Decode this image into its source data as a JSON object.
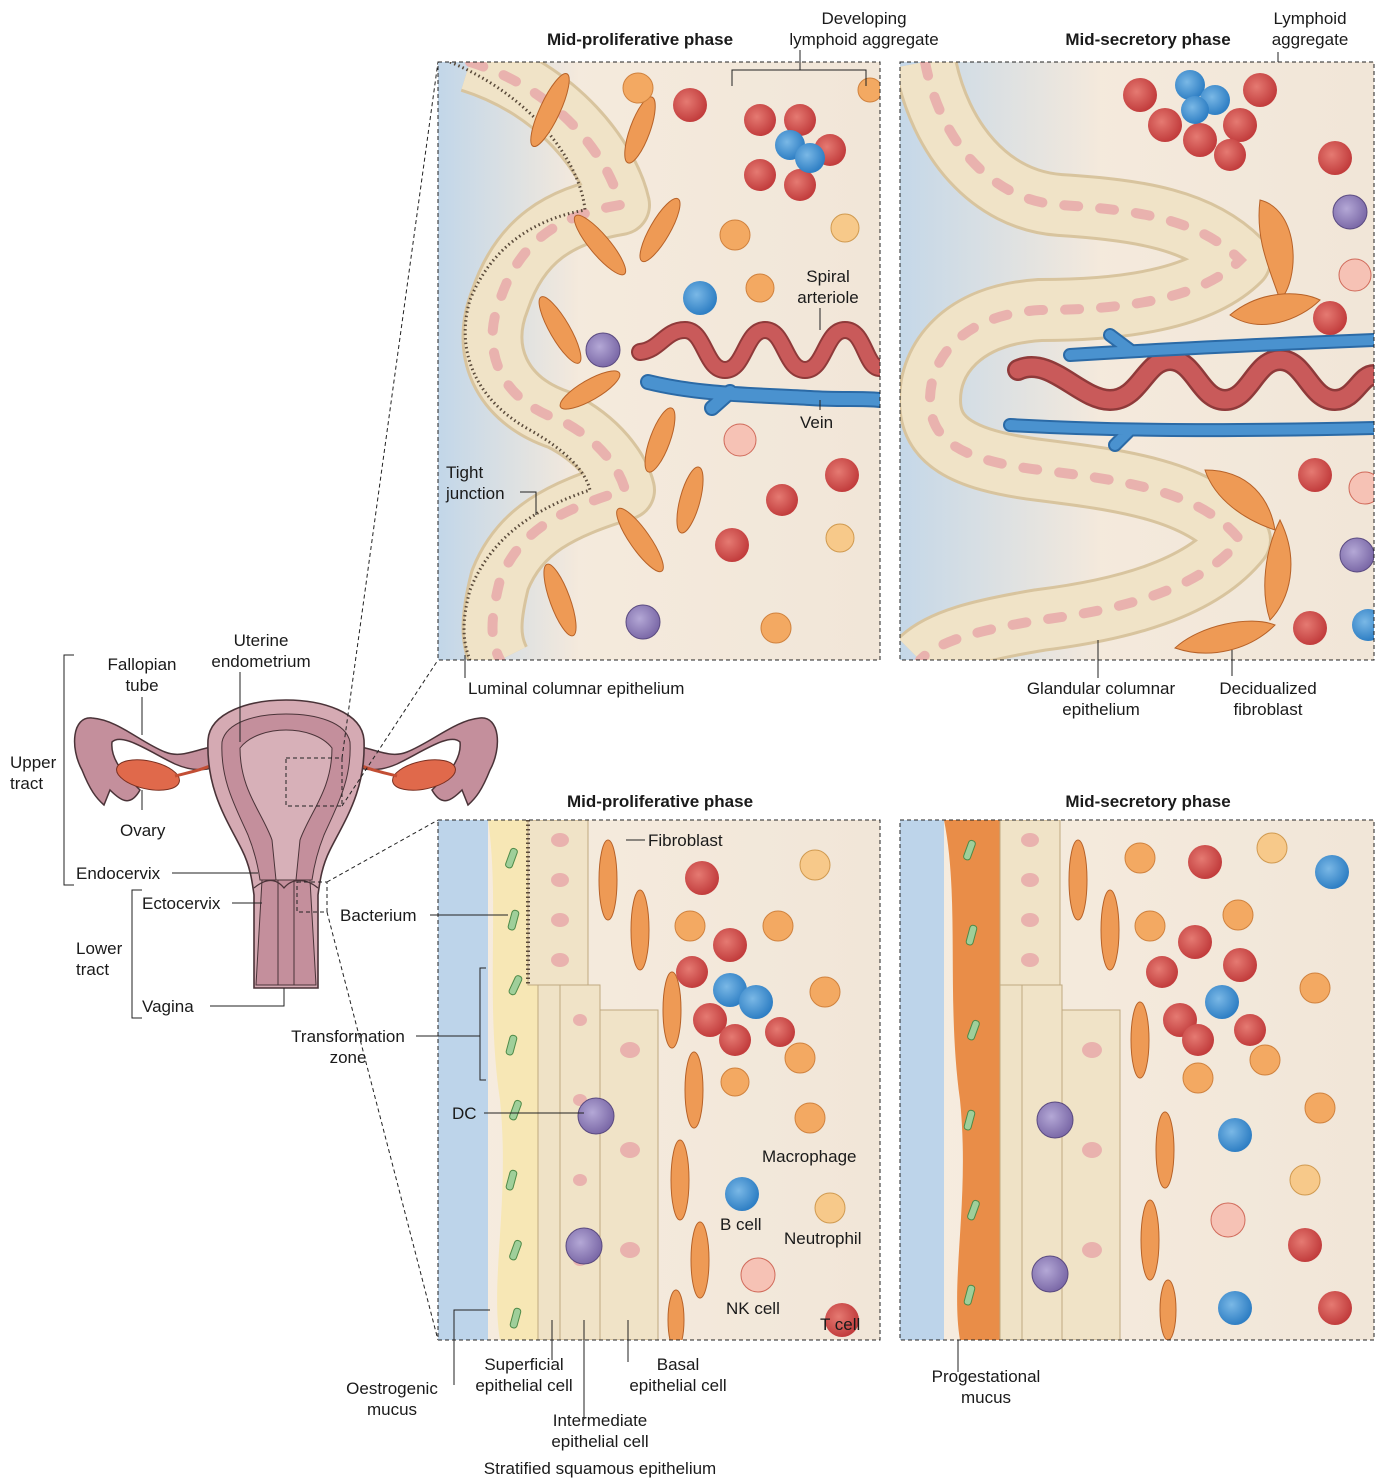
{
  "panels": {
    "uterine_proliferative_title": "Mid-proliferative phase",
    "uterine_secretory_title": "Mid-secretory phase",
    "vaginal_proliferative_title": "Mid-proliferative phase",
    "vaginal_secretory_title": "Mid-secretory phase"
  },
  "anatomy": {
    "upper_tract": "Upper\ntract",
    "lower_tract": "Lower\ntract",
    "fallopian_tube": "Fallopian\ntube",
    "uterine_endometrium": "Uterine\nendometrium",
    "ovary": "Ovary",
    "endocervix": "Endocervix",
    "ectocervix": "Ectocervix",
    "vagina": "Vagina",
    "transformation_zone": "Transformation\nzone"
  },
  "uterine_labels": {
    "developing_lymphoid_aggregate": "Developing\nlymphoid aggregate",
    "lymphoid_aggregate": "Lymphoid\naggregate",
    "spiral_arteriole": "Spiral\narteriole",
    "vein": "Vein",
    "tight_junction": "Tight\njunction",
    "luminal_columnar_epithelium": "Luminal columnar epithelium",
    "glandular_columnar_epithelium": "Glandular columnar\nepithelium",
    "decidualized_fibroblast": "Decidualized\nfibroblast"
  },
  "vaginal_labels": {
    "fibroblast": "Fibroblast",
    "bacterium": "Bacterium",
    "dc": "DC",
    "macrophage": "Macrophage",
    "b_cell": "B cell",
    "neutrophil": "Neutrophil",
    "nk_cell": "NK cell",
    "t_cell": "T cell",
    "oestrogenic_mucus": "Oestrogenic\nmucus",
    "superficial_epithelial_cell": "Superficial\nepithelial cell",
    "basal_epithelial_cell": "Basal\nepithelial cell",
    "intermediate_epithelial_cell": "Intermediate\nepithelial cell",
    "stratified_squamous_epithelium": "Stratified squamous epithelium",
    "progestational_mucus": "Progestational\nmucus"
  },
  "colors": {
    "stroma": "#f4e9dc",
    "epithelium": "#efe2c6",
    "nucleus": "#eab3b0",
    "fibroblast": "#ee9a55",
    "t_cell": "#d24a4a",
    "b_cell": "#3c8fd0",
    "dc": "#8f80b8",
    "macrophage": "#f3a962",
    "artery": "#c95a5a",
    "vein": "#3f86c4",
    "mucus_oestrogenic": "#f7e7b5",
    "mucus_progestational": "#e98d48",
    "lumen": "#bfd6ea",
    "uterus": "#c99aa6",
    "ovary": "#e0694b"
  }
}
